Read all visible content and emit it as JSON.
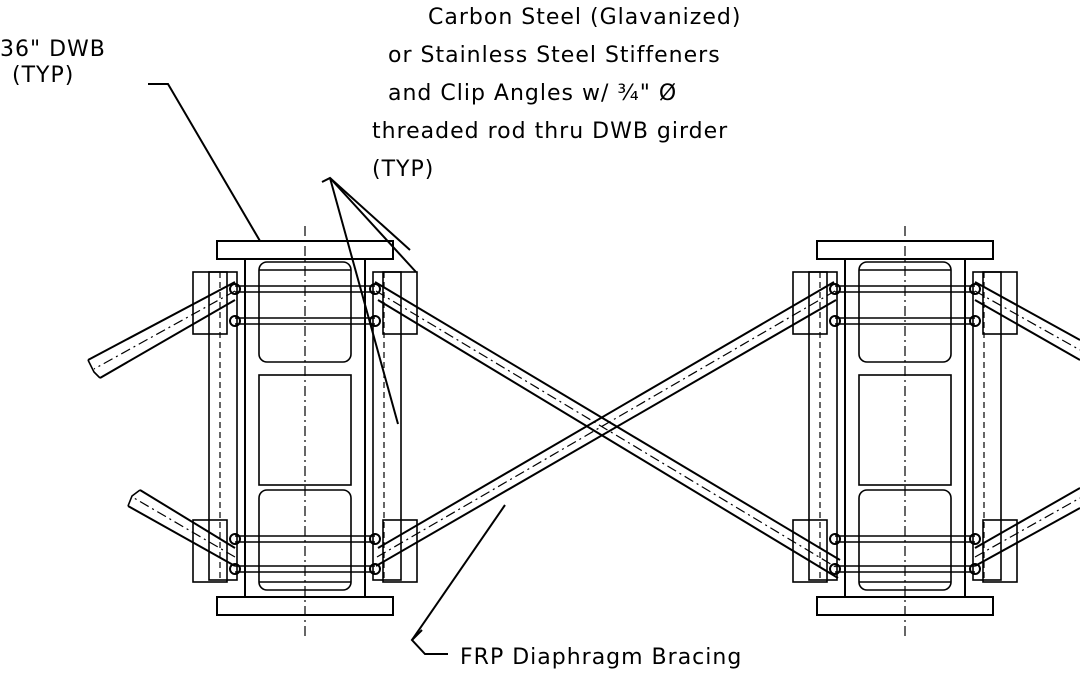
{
  "labels": {
    "girder": [
      "36\" DWB",
      "(TYP)"
    ],
    "stiffener": [
      "Carbon Steel (Glavanized)",
      "or Stainless Steel Stiffeners",
      "and Clip Angles w/ ¾\" Ø",
      "threaded rod thru DWB girder",
      "(TYP)"
    ],
    "bracing": "FRP Diaphragm Bracing"
  }
}
